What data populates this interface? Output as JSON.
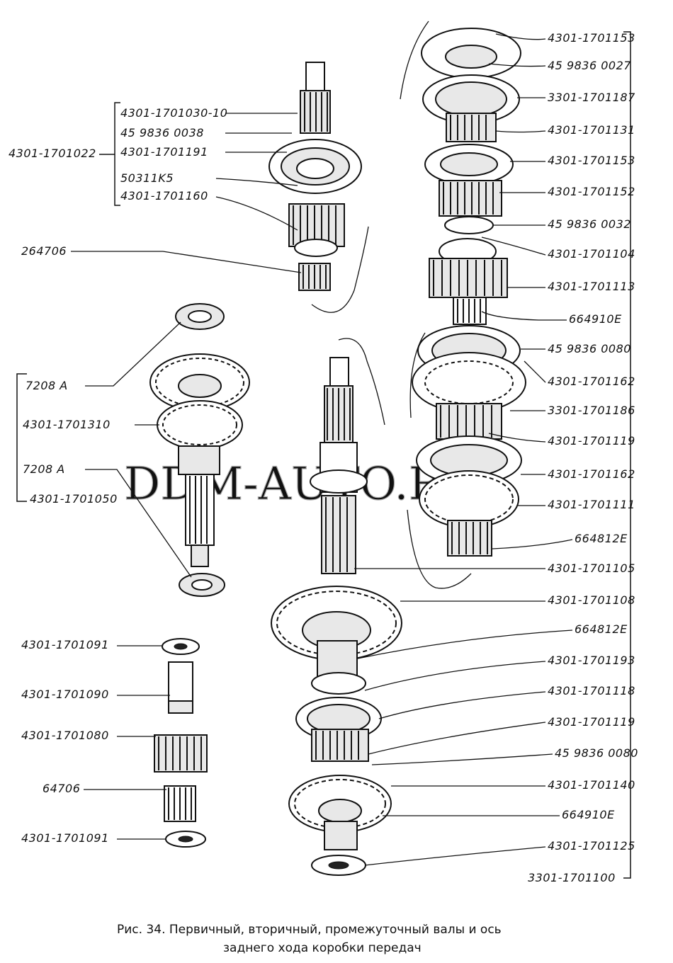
{
  "watermark": "DDM-AUTO.RU",
  "caption": {
    "line1": "Рис. 34.  Первичный, вторичный,  промежуточный валы и ось",
    "line2": "заднего хода коробки передач"
  },
  "labels": {
    "primary_group": "4301-1701022",
    "p1": "4301-1701030-10",
    "p2": "45 9836 0038",
    "p3": "4301-1701191",
    "p4": "50311K5",
    "p5": "4301-1701160",
    "p6": "264706",
    "int_a": "7208 A",
    "int_b": "4301-1701310",
    "int_c": "7208  A",
    "int_d": "4301-1701050",
    "r1": "4301-1701091",
    "r2": "4301-1701090",
    "r3": "4301-1701080",
    "r4": "64706",
    "r5": "4301-1701091",
    "s1": "4301-1701153",
    "s2": "45 9836 0027",
    "s3": "3301-1701187",
    "s4": "4301-1701131",
    "s5": "4301-1701153",
    "s6": "4301-1701152",
    "s7": "45 9836 0032",
    "s8": "4301-1701104",
    "s9": "4301-1701113",
    "s10": "664910E",
    "s11": "45 9836 0080",
    "s12": "4301-1701162",
    "s13": "3301-1701186",
    "s14": "4301-1701119",
    "s15": "4301-1701162",
    "s16": "4301-1701111",
    "s17": "664812E",
    "s18": "4301-1701105",
    "s19": "4301-1701108",
    "s20": "664812E",
    "s21": "4301-1701193",
    "s22": "4301-1701118",
    "s23": "4301-1701119",
    "s24": "45 9836 0080",
    "s25": "4301-1701140",
    "s26": "664910E",
    "s27": "4301-1701125",
    "secondary_group": "3301-1701100"
  }
}
